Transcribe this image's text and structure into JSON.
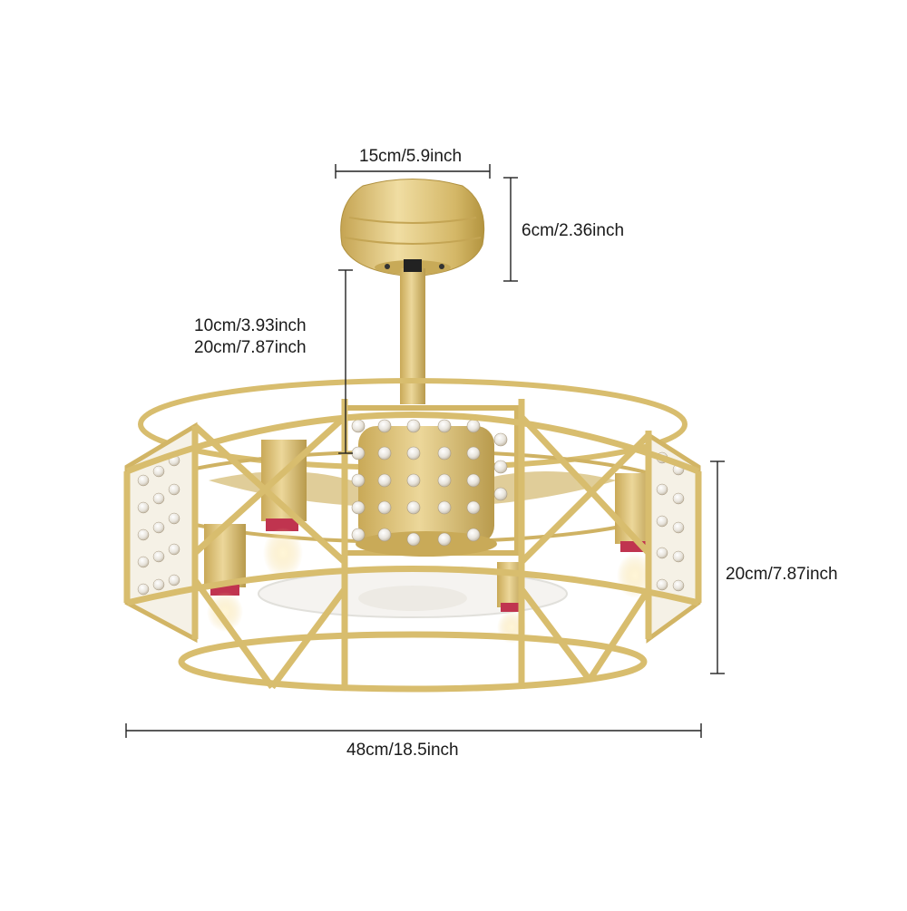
{
  "dimensions": {
    "canopy_width": "15cm/5.9inch",
    "canopy_height": "6cm/2.36inch",
    "downrod_short": "10cm/3.93inch",
    "downrod_long": "20cm/7.87inch",
    "body_height": "20cm/7.87inch",
    "body_width": "48cm/18.5inch"
  },
  "colors": {
    "gold": "#d8bd6e",
    "gold_dark": "#b89a4c",
    "gold_light": "#ecd79a",
    "bulb_red": "#c0344f",
    "dimension_line": "#222222"
  }
}
